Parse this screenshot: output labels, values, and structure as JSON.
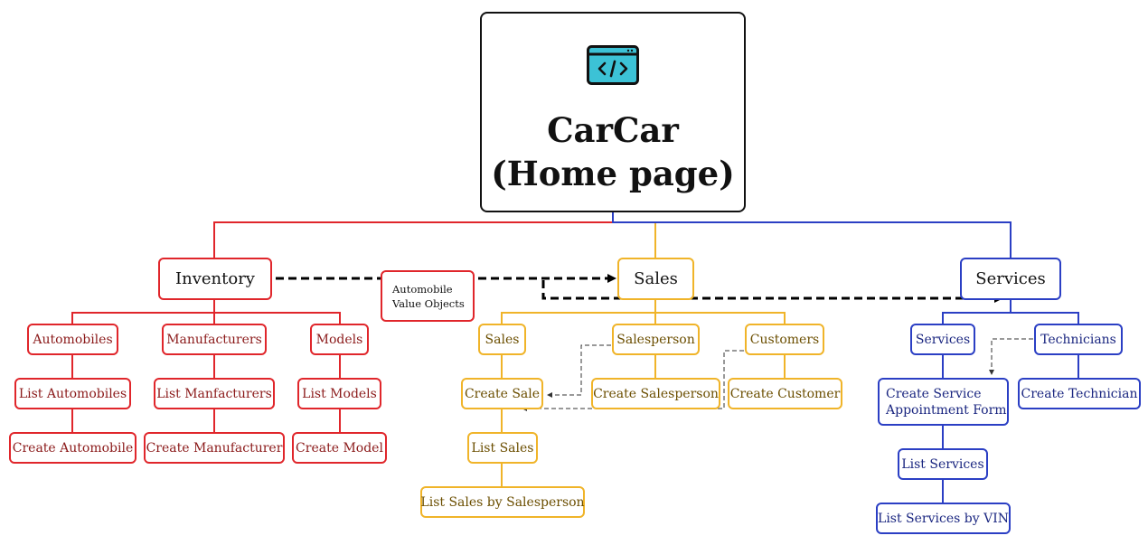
{
  "home": {
    "title_line1": "CarCar",
    "title_line2": "(Home page)",
    "icon": "code-window-icon"
  },
  "colors": {
    "inventory": "#e0262b",
    "sales": "#f0b429",
    "services": "#2b3fc4"
  },
  "inventory": {
    "label": "Inventory",
    "automobiles": {
      "label": "Automobiles",
      "list": "List Automobiles",
      "create": "Create Automobile"
    },
    "manufacturers": {
      "label": "Manufacturers",
      "list": "List Manfacturers",
      "create": "Create Manufacturer"
    },
    "models": {
      "label": "Models",
      "list": "List Models",
      "create": "Create Model"
    }
  },
  "value_objects_note": {
    "line1": "Automobile",
    "line2": "Value Objects"
  },
  "sales": {
    "label": "Sales",
    "sales": {
      "label": "Sales",
      "create": "Create Sale",
      "list": "List Sales",
      "list_by_salesperson": "List Sales by Salesperson"
    },
    "salesperson": {
      "label": "Salesperson",
      "create": "Create Salesperson"
    },
    "customers": {
      "label": "Customers",
      "create": "Create Customer"
    }
  },
  "services": {
    "label": "Services",
    "services": {
      "label": "Services",
      "create_form": "Create Service Appointment Form",
      "list": "List Services",
      "list_by_vin": "List Services by VIN"
    },
    "technicians": {
      "label": "Technicians",
      "create": "Create Technician"
    }
  }
}
